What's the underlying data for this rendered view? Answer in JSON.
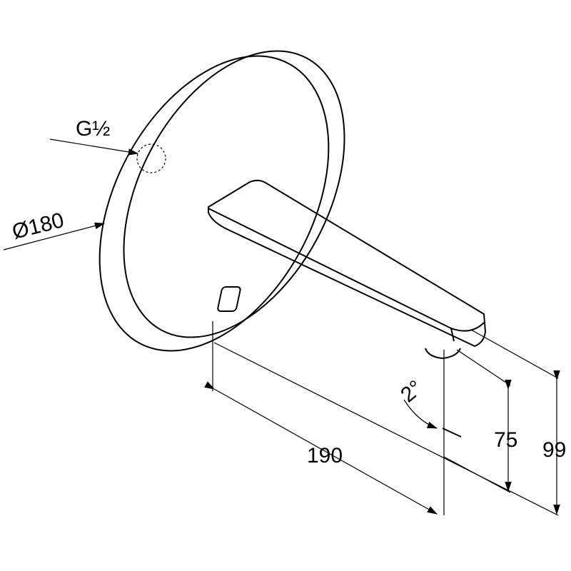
{
  "drawing": {
    "thread_label": "G½",
    "diameter_label": "Ø180",
    "length_label": "190",
    "height_outlet_label": "75",
    "height_total_label": "99",
    "angle_label": "2°"
  },
  "colors": {
    "line": "#000000",
    "background": "#ffffff"
  }
}
